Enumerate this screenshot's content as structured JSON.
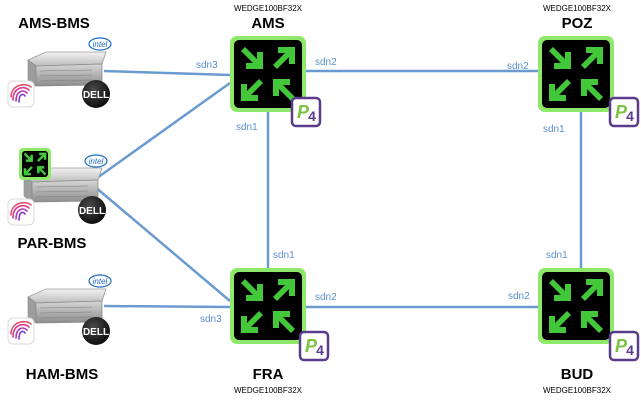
{
  "switches": [
    {
      "id": "ams",
      "name": "AMS",
      "model": "WEDGE100BF32X"
    },
    {
      "id": "poz",
      "name": "POZ",
      "model": "WEDGE100BF32X"
    },
    {
      "id": "fra",
      "name": "FRA",
      "model": "WEDGE100BF32X"
    },
    {
      "id": "bud",
      "name": "BUD",
      "model": "WEDGE100BF32X"
    }
  ],
  "servers": [
    {
      "id": "ams-bms",
      "label": "AMS-BMS"
    },
    {
      "id": "par-bms",
      "label": "PAR-BMS"
    },
    {
      "id": "ham-bms",
      "label": "HAM-BMS"
    }
  ],
  "ports": {
    "ams_east": "sdn2",
    "poz_west": "sdn2",
    "ams_south": "sdn1",
    "fra_north": "sdn1",
    "poz_south": "sdn1",
    "bud_north": "sdn1",
    "fra_east": "sdn2",
    "bud_west": "sdn2",
    "ams_west": "sdn3",
    "fra_west": "sdn3"
  },
  "badges": {
    "p4": "P4",
    "intel": "intel",
    "dell": "DELL"
  },
  "colors": {
    "link": "#6a9ad0",
    "port_label": "#5b8fcf",
    "switch_fill": "#000000",
    "switch_glow": "#8ee86a",
    "arrow": "#43c83a",
    "p4_border": "#5b3b8c",
    "p4_green": "#7cc242",
    "p4_purple": "#5b3b8c"
  }
}
